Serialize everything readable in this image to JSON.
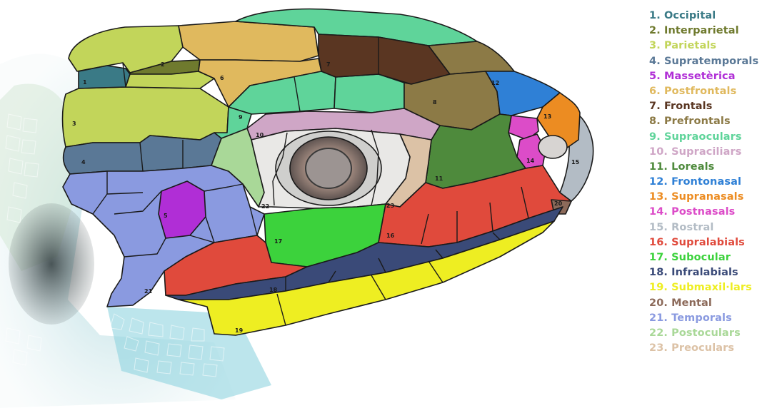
{
  "legend": [
    {
      "n": 1,
      "text": "1. Occipital",
      "color": "#3a7a86"
    },
    {
      "n": 2,
      "text": "2. Interparietal",
      "color": "#6f7a2e"
    },
    {
      "n": 3,
      "text": "3. Parietals",
      "color": "#c2d55a"
    },
    {
      "n": 4,
      "text": "4. Supratemporals",
      "color": "#5a7896"
    },
    {
      "n": 5,
      "text": "5. Massetèrica",
      "color": "#b02ed6"
    },
    {
      "n": 6,
      "text": "6. Postfrontals",
      "color": "#e0b95e"
    },
    {
      "n": 7,
      "text": "7. Frontals",
      "color": "#5a3622"
    },
    {
      "n": 8,
      "text": "8. Prefrontals",
      "color": "#8c7a46"
    },
    {
      "n": 9,
      "text": "9. Supraoculars",
      "color": "#5fd49a"
    },
    {
      "n": 10,
      "text": "10. Supraciliars",
      "color": "#cfa6c6"
    },
    {
      "n": 11,
      "text": "11. Loreals",
      "color": "#4e8a3c"
    },
    {
      "n": 12,
      "text": "12. Frontonasal",
      "color": "#2f80d6"
    },
    {
      "n": 13,
      "text": "13. Supranasals",
      "color": "#ec8c22"
    },
    {
      "n": 14,
      "text": "14. Postnasals",
      "color": "#dc4cc8"
    },
    {
      "n": 15,
      "text": "15. Rostral",
      "color": "#b3bcc5"
    },
    {
      "n": 16,
      "text": "16. Supralabials",
      "color": "#e04a3c"
    },
    {
      "n": 17,
      "text": "17. Subocular",
      "color": "#3cd23c"
    },
    {
      "n": 18,
      "text": "18. Infralabials",
      "color": "#3a4a78"
    },
    {
      "n": 19,
      "text": "19. Submaxil·lars",
      "color": "#eeee22"
    },
    {
      "n": 20,
      "text": "20. Mental",
      "color": "#8c6a5a"
    },
    {
      "n": 21,
      "text": "21. Temporals",
      "color": "#8a9ae0"
    },
    {
      "n": 22,
      "text": "22. Postoculars",
      "color": "#a9d898"
    },
    {
      "n": 23,
      "text": "23. Preoculars",
      "color": "#dcc2a6"
    }
  ],
  "palette": {
    "outline": "#1a1a1a",
    "body_scales": "#7fc6cf",
    "body_dark": "#3c4646",
    "eye_ring": "#9a9a9a",
    "eye_iris": "#b39a8c",
    "eye_pupil": "#8c8c8c"
  }
}
